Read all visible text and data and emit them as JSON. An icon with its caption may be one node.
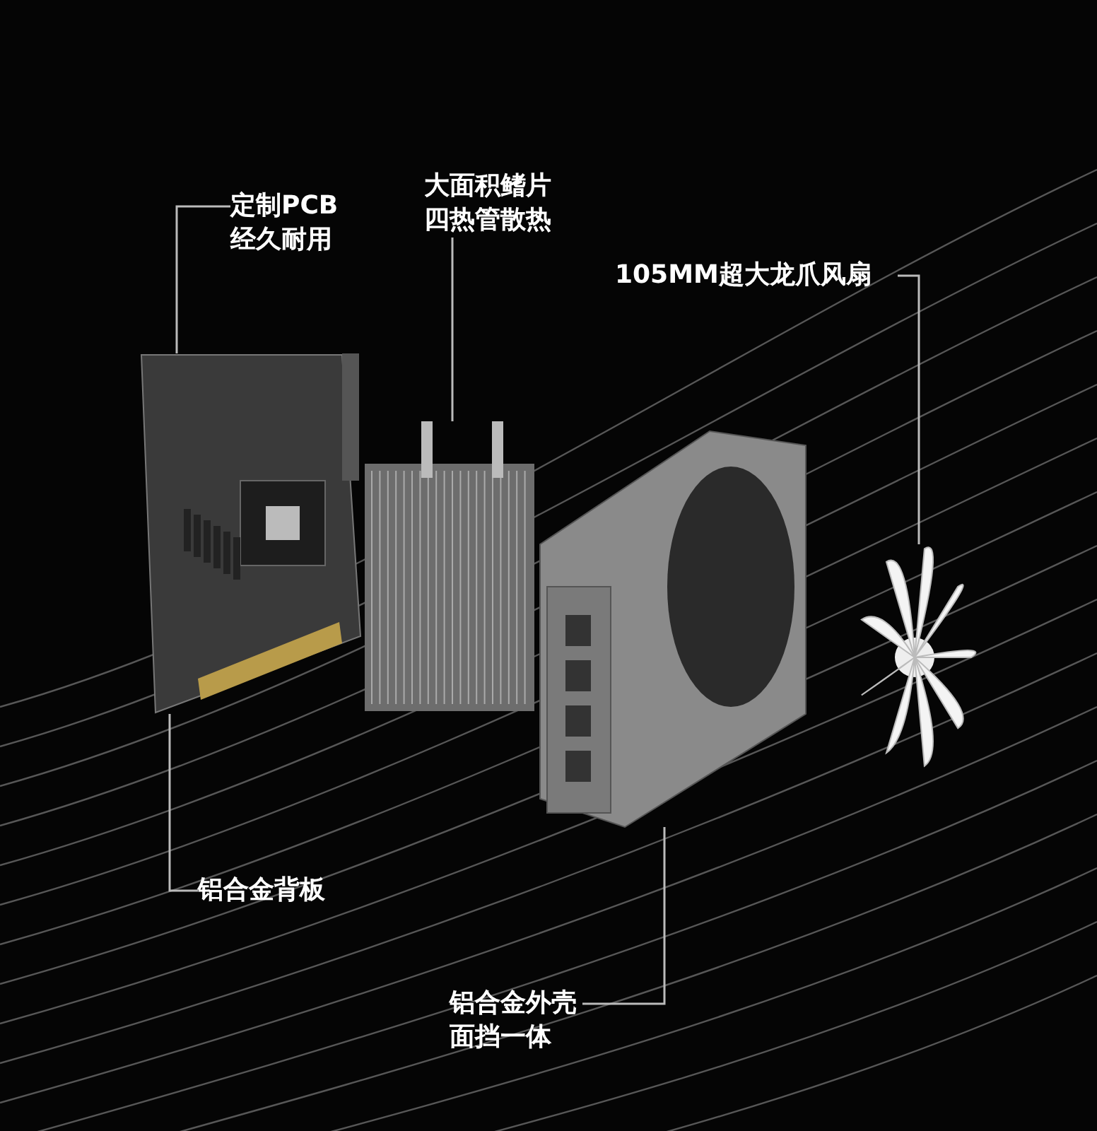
{
  "diagram": {
    "nodes": [
      {
        "text": [
          "定制PCB经久耐用"
        ]
      },
      {
        "text": [
          "大面积鳍片四热管散热"
        ]
      },
      {
        "text": [
          "105MM超大龙爪风扇"
        ]
      },
      {
        "text": [
          "铝合金背板"
        ]
      },
      {
        "text": [
          "铝合金外壳面挡一体"
        ]
      },
      {
        "text": [],
        "shape": "picture"
      },
      {
        "text": [],
        "shape": "picture"
      },
      {
        "text": [],
        "shape": "picture"
      },
      {
        "text": [],
        "shape": "picture"
      }
    ],
    "edges": [
      {
        "from": 0,
        "to": 5,
        "arrow": "none"
      },
      {
        "from": 1,
        "to": 6,
        "arrow": "none"
      },
      {
        "from": 2,
        "to": 8,
        "arrow": "none"
      },
      {
        "from": 3,
        "to": 5,
        "arrow": "none"
      },
      {
        "from": 4,
        "to": 7,
        "arrow": "none"
      }
    ]
  }
}
